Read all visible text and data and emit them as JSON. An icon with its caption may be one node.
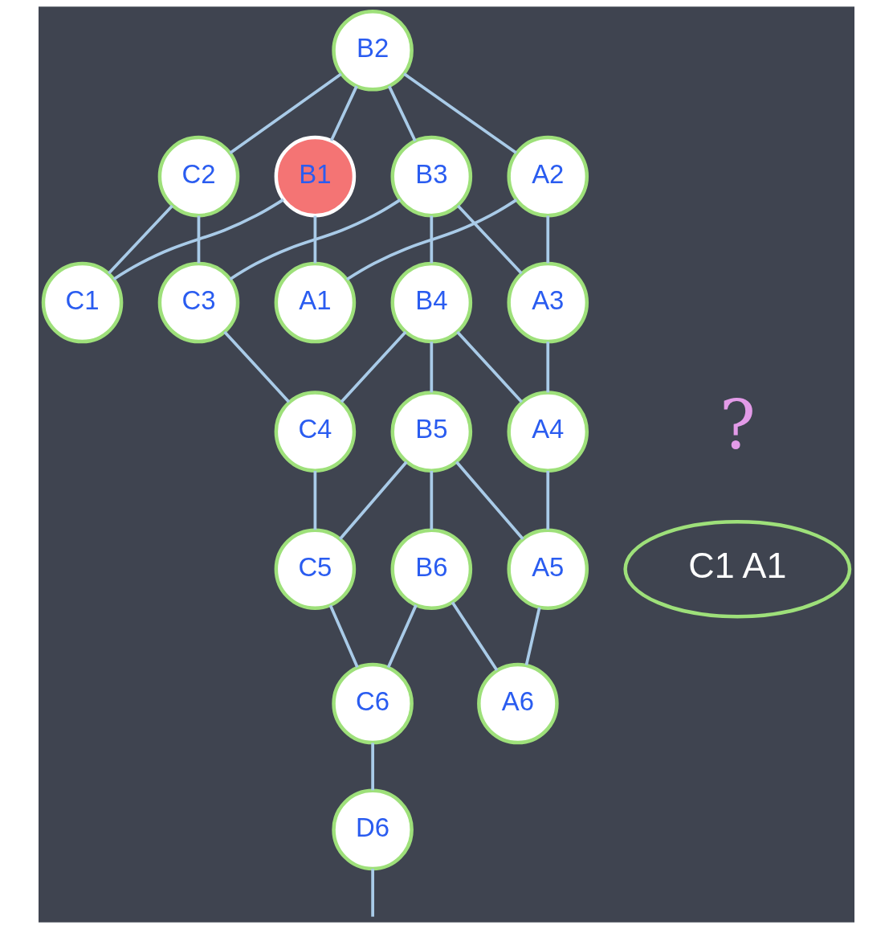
{
  "diagram": {
    "nodes": [
      {
        "text": [
          "B2"
        ]
      },
      {
        "text": [
          "B1"
        ]
      },
      {
        "text": [
          "C2"
        ]
      },
      {
        "text": [
          "A2"
        ]
      },
      {
        "text": [
          "B3"
        ]
      },
      {
        "text": [
          "C1"
        ]
      },
      {
        "text": [
          "A1"
        ]
      },
      {
        "text": [
          "C3"
        ]
      },
      {
        "text": [
          "A3"
        ]
      },
      {
        "text": [
          "B4"
        ]
      },
      {
        "text": [
          "C4"
        ]
      },
      {
        "text": [
          "A4"
        ]
      },
      {
        "text": [
          "B5"
        ]
      },
      {
        "text": [
          "C5"
        ]
      },
      {
        "text": [
          "A5"
        ]
      },
      {
        "text": [
          "B6"
        ]
      },
      {
        "text": [
          "C6"
        ]
      },
      {
        "text": [
          "A6"
        ]
      },
      {
        "text": [
          "D6"
        ]
      },
      {
        "text": [
          "C1 A1"
        ]
      }
    ],
    "edges": [
      {
        "from": 0,
        "to": 1,
        "arrow": "none"
      },
      {
        "from": 0,
        "to": 2,
        "arrow": "none"
      },
      {
        "from": 0,
        "to": 3,
        "arrow": "none"
      },
      {
        "from": 0,
        "to": 4,
        "arrow": "none"
      },
      {
        "from": 1,
        "to": 5,
        "arrow": "none"
      },
      {
        "from": 1,
        "to": 6,
        "arrow": "none"
      },
      {
        "from": 2,
        "to": 5,
        "arrow": "none"
      },
      {
        "from": 2,
        "to": 7,
        "arrow": "none"
      },
      {
        "from": 3,
        "to": 6,
        "arrow": "none"
      },
      {
        "from": 3,
        "to": 8,
        "arrow": "none"
      },
      {
        "from": 4,
        "to": 7,
        "arrow": "none"
      },
      {
        "from": 4,
        "to": 8,
        "arrow": "none"
      },
      {
        "from": 4,
        "to": 9,
        "arrow": "none"
      },
      {
        "from": 7,
        "to": 10,
        "arrow": "none"
      },
      {
        "from": 8,
        "to": 11,
        "arrow": "none"
      },
      {
        "from": 9,
        "to": 10,
        "arrow": "none"
      },
      {
        "from": 9,
        "to": 11,
        "arrow": "none"
      },
      {
        "from": 9,
        "to": 12,
        "arrow": "none"
      },
      {
        "from": 10,
        "to": 13,
        "arrow": "none"
      },
      {
        "from": 11,
        "to": 14,
        "arrow": "none"
      },
      {
        "from": 12,
        "to": 13,
        "arrow": "none"
      },
      {
        "from": 12,
        "to": 14,
        "arrow": "none"
      },
      {
        "from": 12,
        "to": 15,
        "arrow": "none"
      },
      {
        "from": 13,
        "to": 16,
        "arrow": "none"
      },
      {
        "from": 14,
        "to": 17,
        "arrow": "none"
      },
      {
        "from": 15,
        "to": 16,
        "arrow": "none"
      },
      {
        "from": 15,
        "to": 17,
        "arrow": "none"
      },
      {
        "from": 16,
        "to": 18,
        "arrow": "none"
      },
      {
        "from": 18,
        "to": null,
        "arrow": "none"
      }
    ],
    "labels": [
      "?"
    ]
  }
}
